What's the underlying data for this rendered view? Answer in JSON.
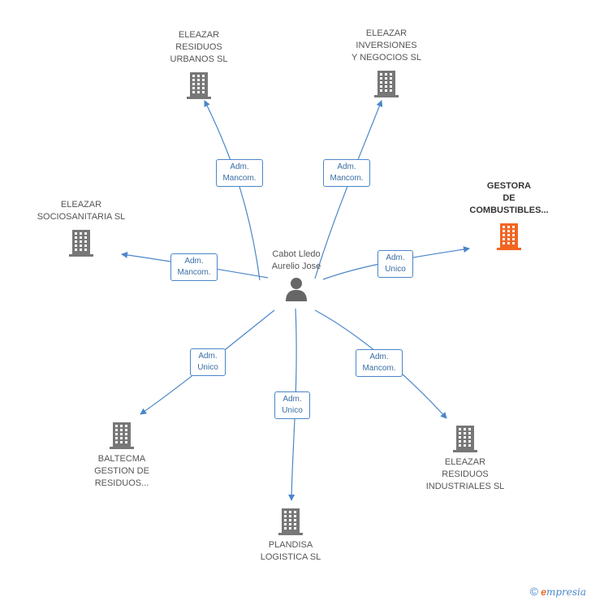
{
  "center": {
    "name": "Cabot Lledo\nAurelio Jose",
    "icon": "person-icon"
  },
  "companies": [
    {
      "id": "eleazar-residuos-urbanos",
      "name": "ELEAZAR\nRESIDUOS\nURBANOS SL",
      "relation": "Adm.\nMancom.",
      "icon": "building-icon",
      "highlight": false
    },
    {
      "id": "eleazar-inversiones",
      "name": "ELEAZAR\nINVERSIONES\nY NEGOCIOS SL",
      "relation": "Adm.\nMancom.",
      "icon": "building-icon",
      "highlight": false
    },
    {
      "id": "gestora-combustibles",
      "name": "GESTORA\nDE\nCOMBUSTIBLES...",
      "relation": "Adm.\nUnico",
      "icon": "building-icon",
      "highlight": true
    },
    {
      "id": "eleazar-sociosanitaria",
      "name": "ELEAZAR\nSOCIOSANITARIA SL",
      "relation": "Adm.\nMancom.",
      "icon": "building-icon",
      "highlight": false
    },
    {
      "id": "baltecma",
      "name": "BALTECMA\nGESTION DE\nRESIDUOS...",
      "relation": "Adm.\nUnico",
      "icon": "building-icon",
      "highlight": false
    },
    {
      "id": "plandisa",
      "name": "PLANDISA\nLOGISTICA  SL",
      "relation": "Adm.\nUnico",
      "icon": "building-icon",
      "highlight": false
    },
    {
      "id": "eleazar-residuos-industriales",
      "name": "ELEAZAR\nRESIDUOS\nINDUSTRIALES SL",
      "relation": "Adm.\nMancom.",
      "icon": "building-icon",
      "highlight": false
    }
  ],
  "colors": {
    "edge": "#4a86c8",
    "building": "#777777",
    "building_highlight": "#f26522",
    "person": "#666666"
  },
  "footer": {
    "copyright": "©",
    "brand_initial": "e",
    "brand_rest": "mpresia"
  }
}
